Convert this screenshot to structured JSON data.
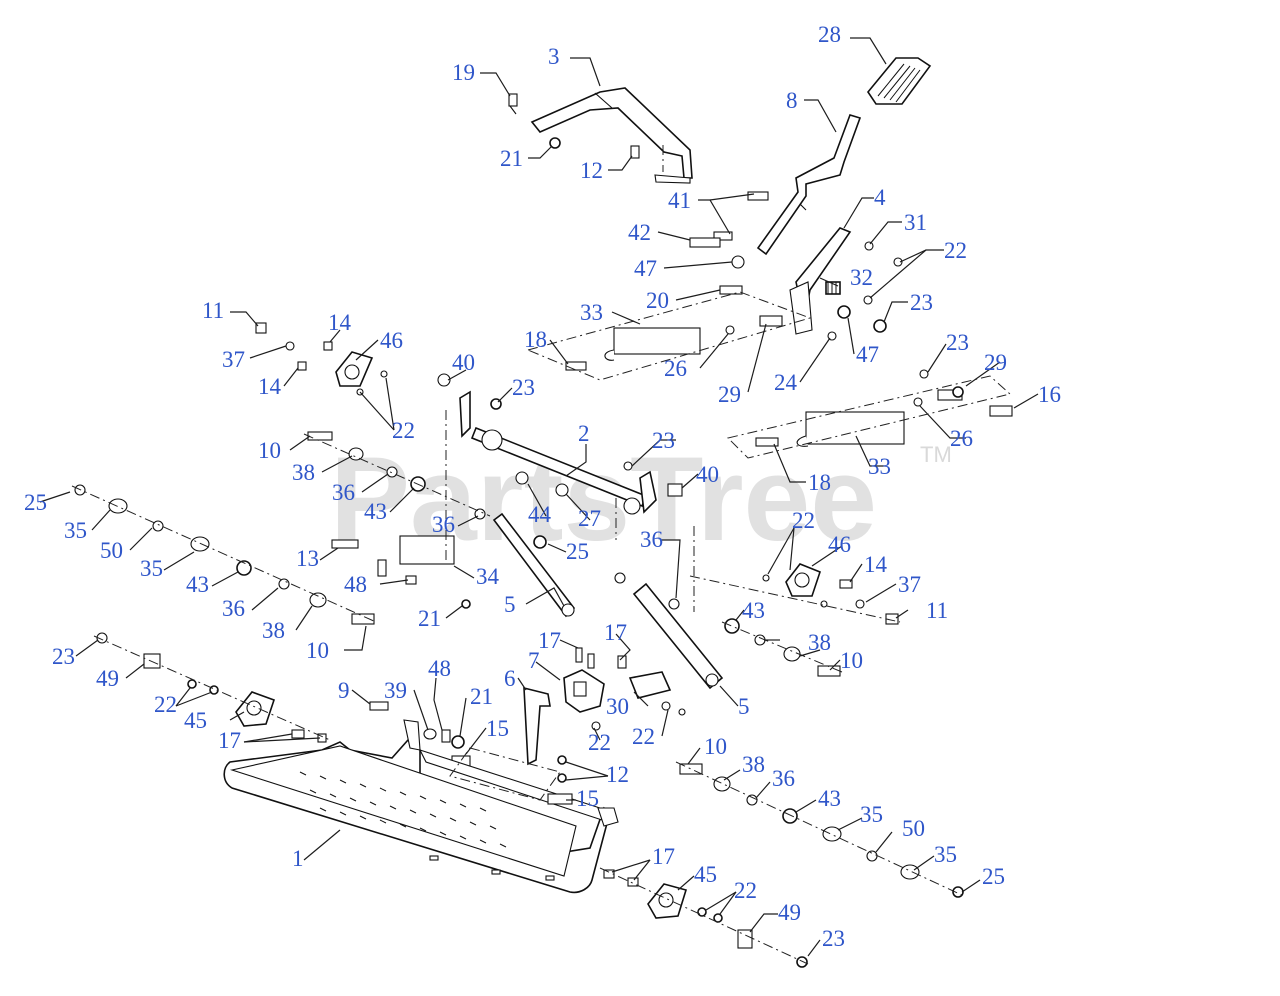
{
  "watermark": {
    "text": "PartsTree",
    "trademark": "TM"
  },
  "callouts": [
    {
      "id": "c28a",
      "label": "28"
    },
    {
      "id": "c3a",
      "label": "3"
    },
    {
      "id": "c19a",
      "label": "19"
    },
    {
      "id": "c8a",
      "label": "8"
    },
    {
      "id": "c21a",
      "label": "21"
    },
    {
      "id": "c12a",
      "label": "12"
    },
    {
      "id": "c41a",
      "label": "41"
    },
    {
      "id": "c4a",
      "label": "4"
    },
    {
      "id": "c31a",
      "label": "31"
    },
    {
      "id": "c42a",
      "label": "42"
    },
    {
      "id": "c22a",
      "label": "22"
    },
    {
      "id": "c47a",
      "label": "47"
    },
    {
      "id": "c32a",
      "label": "32"
    },
    {
      "id": "c20a",
      "label": "20"
    },
    {
      "id": "c23a",
      "label": "23"
    },
    {
      "id": "c11a",
      "label": "11"
    },
    {
      "id": "c33a",
      "label": "33"
    },
    {
      "id": "c14a",
      "label": "14"
    },
    {
      "id": "c18a",
      "label": "18"
    },
    {
      "id": "c46a",
      "label": "46"
    },
    {
      "id": "c37a",
      "label": "37"
    },
    {
      "id": "c26a",
      "label": "26"
    },
    {
      "id": "c47b",
      "label": "47"
    },
    {
      "id": "c14b",
      "label": "14"
    },
    {
      "id": "c40a",
      "label": "40"
    },
    {
      "id": "c24a",
      "label": "24"
    },
    {
      "id": "c23b",
      "label": "23"
    },
    {
      "id": "c29a",
      "label": "29"
    },
    {
      "id": "c23c",
      "label": "23"
    },
    {
      "id": "c29b",
      "label": "29"
    },
    {
      "id": "c16a",
      "label": "16"
    },
    {
      "id": "c22b",
      "label": "22"
    },
    {
      "id": "c26b",
      "label": "26"
    },
    {
      "id": "c2a",
      "label": "2"
    },
    {
      "id": "c10a",
      "label": "10"
    },
    {
      "id": "c23d",
      "label": "23"
    },
    {
      "id": "c33b",
      "label": "33"
    },
    {
      "id": "c38a",
      "label": "38"
    },
    {
      "id": "c40b",
      "label": "40"
    },
    {
      "id": "c18b",
      "label": "18"
    },
    {
      "id": "c36a",
      "label": "36"
    },
    {
      "id": "c25a",
      "label": "25"
    },
    {
      "id": "c43a",
      "label": "43"
    },
    {
      "id": "c44a",
      "label": "44"
    },
    {
      "id": "c27a",
      "label": "27"
    },
    {
      "id": "c35a",
      "label": "35"
    },
    {
      "id": "c36b",
      "label": "36"
    },
    {
      "id": "c22c",
      "label": "22"
    },
    {
      "id": "c36c",
      "label": "36"
    },
    {
      "id": "c50a",
      "label": "50"
    },
    {
      "id": "c46b",
      "label": "46"
    },
    {
      "id": "c25b",
      "label": "25"
    },
    {
      "id": "c13a",
      "label": "13"
    },
    {
      "id": "c34a",
      "label": "34"
    },
    {
      "id": "c14c",
      "label": "14"
    },
    {
      "id": "c35b",
      "label": "35"
    },
    {
      "id": "c37b",
      "label": "37"
    },
    {
      "id": "c48a",
      "label": "48"
    },
    {
      "id": "c11b",
      "label": "11"
    },
    {
      "id": "c43b",
      "label": "43"
    },
    {
      "id": "c5a",
      "label": "5"
    },
    {
      "id": "c36d",
      "label": "36"
    },
    {
      "id": "c21b",
      "label": "21"
    },
    {
      "id": "c43c",
      "label": "43"
    },
    {
      "id": "c38b",
      "label": "38"
    },
    {
      "id": "c17a",
      "label": "17"
    },
    {
      "id": "c38c",
      "label": "38"
    },
    {
      "id": "c10b",
      "label": "10"
    },
    {
      "id": "c7a",
      "label": "7"
    },
    {
      "id": "c17b",
      "label": "17"
    },
    {
      "id": "c23e",
      "label": "23"
    },
    {
      "id": "c10c",
      "label": "10"
    },
    {
      "id": "c49a",
      "label": "49"
    },
    {
      "id": "c6a",
      "label": "6"
    },
    {
      "id": "c48b",
      "label": "48"
    },
    {
      "id": "c9a",
      "label": "9"
    },
    {
      "id": "c39a",
      "label": "39"
    },
    {
      "id": "c21c",
      "label": "21"
    },
    {
      "id": "c30a",
      "label": "30"
    },
    {
      "id": "c5b",
      "label": "5"
    },
    {
      "id": "c22d",
      "label": "22"
    },
    {
      "id": "c45a",
      "label": "45"
    },
    {
      "id": "c15a",
      "label": "15"
    },
    {
      "id": "c22e",
      "label": "22"
    },
    {
      "id": "c22f",
      "label": "22"
    },
    {
      "id": "c17c",
      "label": "17"
    },
    {
      "id": "c10d",
      "label": "10"
    },
    {
      "id": "c12b",
      "label": "12"
    },
    {
      "id": "c38d",
      "label": "38"
    },
    {
      "id": "c36e",
      "label": "36"
    },
    {
      "id": "c43d",
      "label": "43"
    },
    {
      "id": "c15b",
      "label": "15"
    },
    {
      "id": "c35c",
      "label": "35"
    },
    {
      "id": "c50b",
      "label": "50"
    },
    {
      "id": "c1a",
      "label": "1"
    },
    {
      "id": "c35d",
      "label": "35"
    },
    {
      "id": "c17d",
      "label": "17"
    },
    {
      "id": "c25c",
      "label": "25"
    },
    {
      "id": "c45b",
      "label": "45"
    },
    {
      "id": "c22g",
      "label": "22"
    },
    {
      "id": "c49b",
      "label": "49"
    },
    {
      "id": "c23f",
      "label": "23"
    }
  ]
}
